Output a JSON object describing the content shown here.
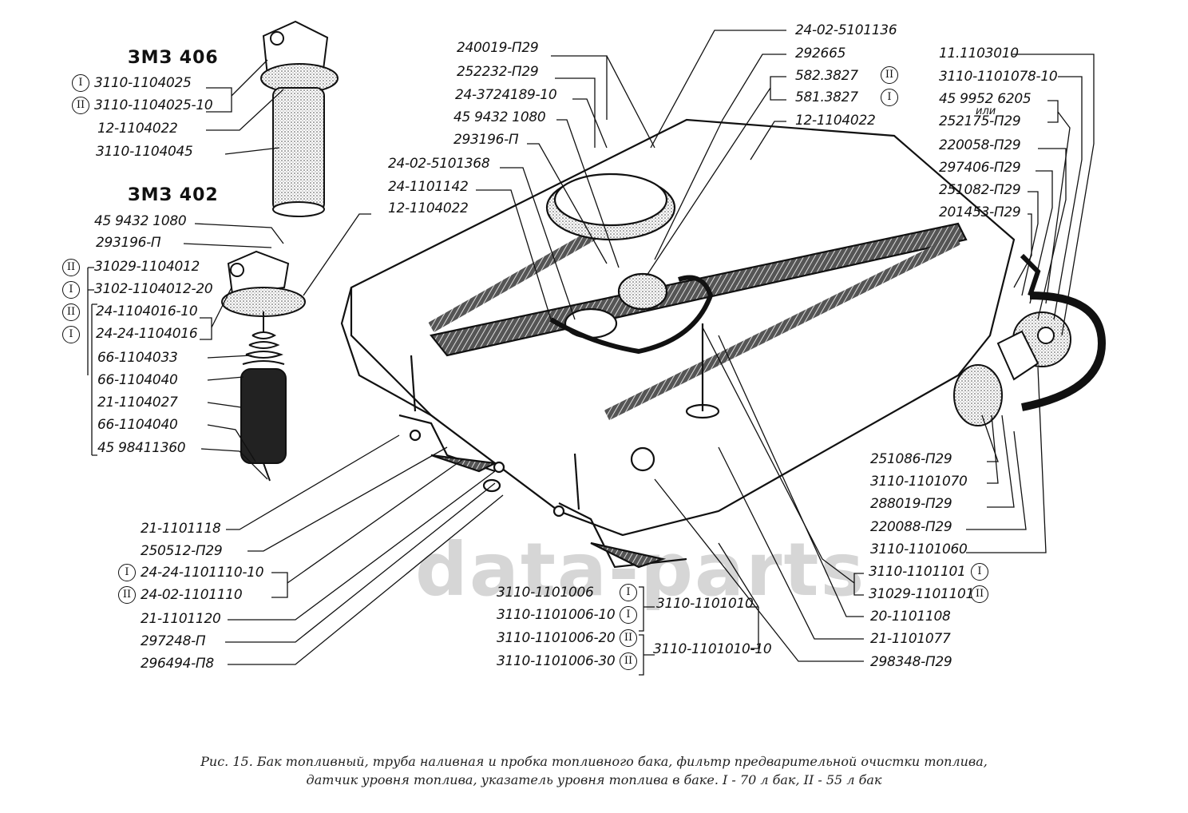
{
  "watermark": {
    "text": "data-parts"
  },
  "engines": {
    "zmz406": "ЗМЗ 406",
    "zmz402": "ЗМЗ 402"
  },
  "roman": {
    "one": "I",
    "two": "II"
  },
  "ili": "или",
  "labels_406": [
    {
      "text": "3110-1104025",
      "variant": "I"
    },
    {
      "text": "3110-1104025-10",
      "variant": "II"
    },
    {
      "text": "12-1104022"
    },
    {
      "text": "3110-1104045"
    }
  ],
  "labels_402": [
    {
      "text": "45 9432 1080"
    },
    {
      "text": "293196-П"
    },
    {
      "text": "31029-1104012",
      "variant": "II"
    },
    {
      "text": "3102-1104012-20",
      "variant": "I"
    },
    {
      "text": "24-1104016-10",
      "variant": "II"
    },
    {
      "text": "24-24-1104016",
      "variant": "I"
    },
    {
      "text": "66-1104033"
    },
    {
      "text": "66-1104040"
    },
    {
      "text": "21-1104027"
    },
    {
      "text": "66-1104040"
    },
    {
      "text": "45 98411360"
    }
  ],
  "labels_top_center": [
    {
      "text": "240019-П29"
    },
    {
      "text": "252232-П29"
    },
    {
      "text": "24-3724189-10"
    },
    {
      "text": "45 9432 1080"
    },
    {
      "text": "293196-П"
    },
    {
      "text": "24-02-5101368"
    },
    {
      "text": "24-1101142"
    },
    {
      "text": "12-1104022"
    }
  ],
  "labels_top_right": [
    {
      "text": "24-02-5101136"
    },
    {
      "text": "292665"
    },
    {
      "text": "582.3827",
      "variant": "II"
    },
    {
      "text": "581.3827",
      "variant": "I"
    },
    {
      "text": "12-1104022"
    }
  ],
  "labels_right": [
    {
      "text": "11.1103010"
    },
    {
      "text": "3110-1101078-10"
    },
    {
      "text": "45 9952 6205"
    },
    {
      "text": "252175-П29"
    },
    {
      "text": "220058-П29"
    },
    {
      "text": "297406-П29"
    },
    {
      "text": "251082-П29"
    },
    {
      "text": "201453-П29"
    }
  ],
  "labels_lower_right": [
    {
      "text": "251086-П29"
    },
    {
      "text": "3110-1101070"
    },
    {
      "text": "288019-П29"
    },
    {
      "text": "220088-П29"
    },
    {
      "text": "3110-1101060"
    },
    {
      "text": "3110-1101101",
      "variant": "I"
    },
    {
      "text": "31029-1101101",
      "variant": "II"
    },
    {
      "text": "20-1101108"
    },
    {
      "text": "21-1101077"
    },
    {
      "text": "298348-П29"
    }
  ],
  "labels_bottom_center": [
    {
      "text": "3110-1101006",
      "variant": "I"
    },
    {
      "text": "3110-1101006-10",
      "variant": "I"
    },
    {
      "text": "3110-1101006-20",
      "variant": "II"
    },
    {
      "text": "3110-1101006-30",
      "variant": "II"
    },
    {
      "text": "3110-1101010"
    },
    {
      "text": "3110-1101010-10"
    }
  ],
  "labels_bottom_left": [
    {
      "text": "21-1101118"
    },
    {
      "text": "250512-П29"
    },
    {
      "text": "24-24-1101110-10",
      "variant": "I"
    },
    {
      "text": "24-02-1101110",
      "variant": "II"
    },
    {
      "text": "21-1101120"
    },
    {
      "text": "297248-П"
    },
    {
      "text": "296494-П8"
    }
  ],
  "caption": {
    "line1": "Рис. 15. Бак топливный, труба наливная и пробка топливного бака, фильтр предварительной очистки топлива,",
    "line2": "датчик уровня топлива, указатель уровня топлива в баке. I - 70 л бак, II - 55 л бак"
  }
}
